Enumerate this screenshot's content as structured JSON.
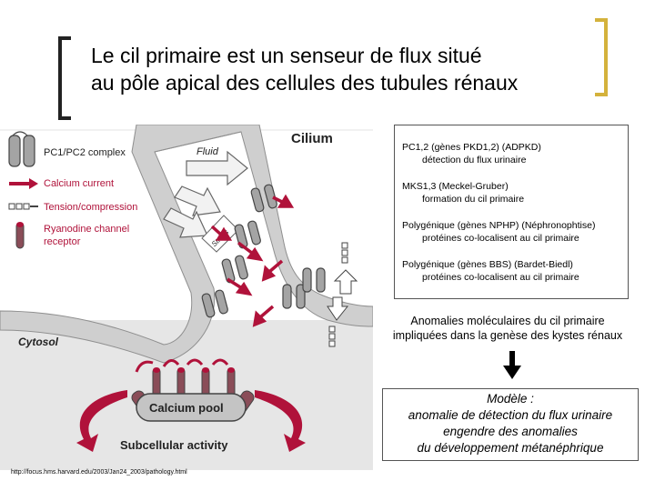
{
  "title": {
    "line1": "Le cil primaire est un senseur de flux situé",
    "line2": "au pôle apical des cellules des tubules rénaux"
  },
  "figure": {
    "cilium_label": "Cilium",
    "fluid_label": "Fluid",
    "stress_label": "Stress",
    "cytosol_label": "Cytosol",
    "calcium_pool_label": "Calcium pool",
    "subcellular_label": "Subcellular activity",
    "legend": {
      "pc_complex": "PC1/PC2 complex",
      "calcium_current": "Calcium current",
      "tension": "Tension/compression",
      "ryanodine_line1": "Ryanodine channel",
      "ryanodine_line2": "receptor"
    },
    "colors": {
      "calcium": "#b0123a",
      "ryanodine": "#8a4d58",
      "protein": "#9a9a9a",
      "membrane": "#c9c9c9"
    }
  },
  "genes": [
    {
      "name": "PC1,2 (gènes PKD1,2) (ADPKD)",
      "desc": "détection du flux urinaire"
    },
    {
      "name": "MKS1,3 (Meckel-Gruber)",
      "desc": "formation du cil primaire"
    },
    {
      "name": "Polygénique (gènes NPHP) (Néphronophtise)",
      "desc": "protéines co-localisent au cil primaire"
    },
    {
      "name": "Polygénique (gènes BBS) (Bardet-Biedl)",
      "desc": "protéines co-localisent au cil primaire"
    }
  ],
  "anomalies": {
    "line1": "Anomalies moléculaires du cil primaire",
    "line2": "impliquées dans la genèse des kystes rénaux"
  },
  "model": {
    "line1": "Modèle :",
    "line2": "anomalie de détection du flux urinaire",
    "line3": "engendre des anomalies",
    "line4": "du développement métanéphrique"
  },
  "source": "http://focus.hms.harvard.edu/2003/Jan24_2003/pathology.html"
}
